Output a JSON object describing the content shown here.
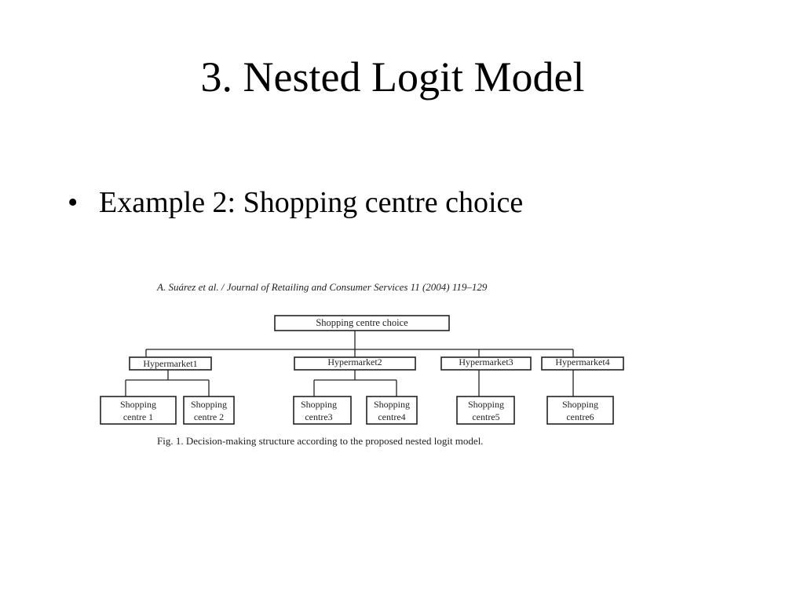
{
  "slide": {
    "title": "3. Nested Logit Model",
    "bullet": "Example 2: Shopping centre choice",
    "bullet_marker": "•"
  },
  "figure": {
    "citation": "A. Suárez et al. / Journal of Retailing and Consumer Services 11 (2004) 119–129",
    "root": "Shopping centre choice",
    "hypermarkets": [
      "Hypermarket1",
      "Hypermarket2",
      "Hypermarket3",
      "Hypermarket4"
    ],
    "centres": [
      [
        "Shopping",
        "centre 1"
      ],
      [
        "Shopping",
        "centre 2"
      ],
      [
        "Shopping",
        "centre3"
      ],
      [
        "Shopping",
        "centre4"
      ],
      [
        "Shopping",
        "centre5"
      ],
      [
        "Shopping",
        "centre6"
      ]
    ],
    "caption": "Fig. 1.  Decision-making structure according to the proposed nested logit model."
  }
}
